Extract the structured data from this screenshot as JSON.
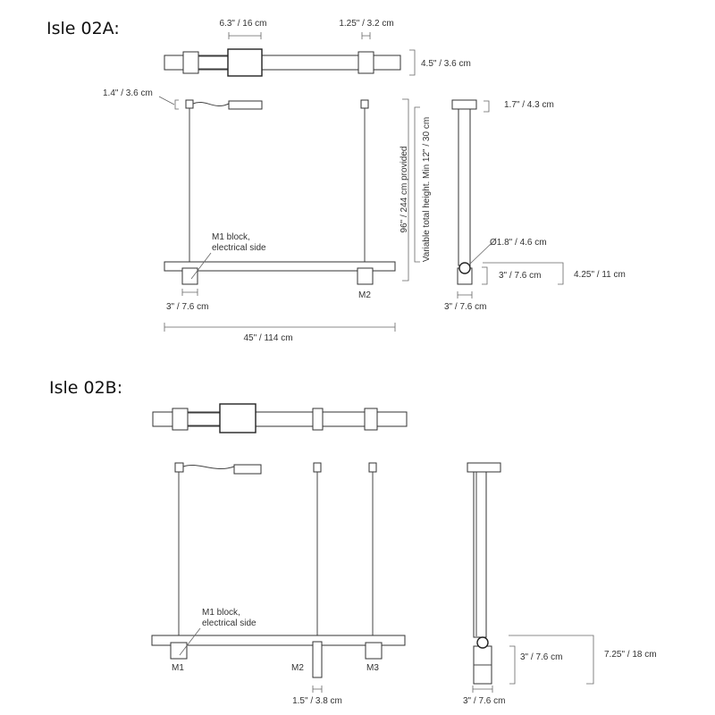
{
  "sections": [
    {
      "title": "Isle 02A:",
      "top_view": {
        "canopy_width": "6.3\" / 16 cm",
        "clamp_width": "1.25\" / 3.2 cm",
        "depth": "4.5\" / 3.6 cm"
      },
      "front_view": {
        "canopy_height": "1.4\" / 3.6 cm",
        "block_note_line1": "M1 block,",
        "block_note_line2": "electrical side",
        "m2_label": "M2",
        "block_width": "3\" / 7.6 cm",
        "total_length": "45\" / 114 cm",
        "cable_provided": "96\" / 244 cm provided",
        "variable_height": "Variable total height.  Min 12\" / 30 cm"
      },
      "side_view": {
        "canopy_height": "1.7\" / 4.3 cm",
        "diameter": "Ø1.8\" / 4.6 cm",
        "block_height": "3\" / 7.6 cm",
        "total_height": "4.25\" / 11 cm",
        "block_width": "3\" / 7.6 cm"
      }
    },
    {
      "title": "Isle 02B:",
      "front_view": {
        "block_note_line1": "M1 block,",
        "block_note_line2": "electrical side",
        "m1_label": "M1",
        "m2_label": "M2",
        "m3_label": "M3",
        "m2_width": "1.5\" / 3.8 cm"
      },
      "side_view": {
        "block_height": "3\" / 7.6 cm",
        "total_height": "7.25\" / 18 cm",
        "block_width": "3\" / 7.6 cm"
      }
    }
  ]
}
